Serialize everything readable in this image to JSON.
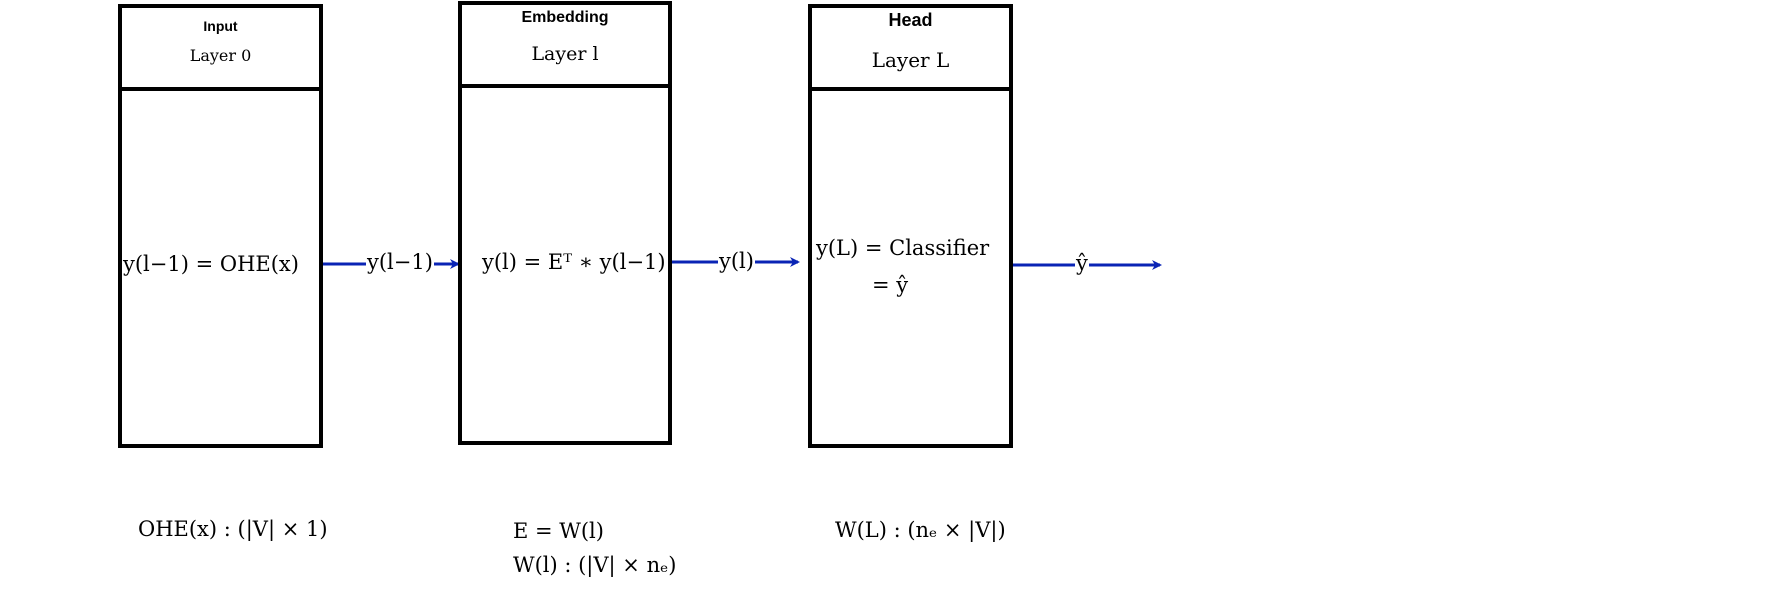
{
  "colors": {
    "box_border": "#000000",
    "arrow": "#0A24B5",
    "background": "#ffffff"
  },
  "blocks": [
    {
      "title": "Input",
      "layer": "Layer 0"
    },
    {
      "title": "Embedding",
      "layer": "Layer l"
    },
    {
      "title": "Head",
      "layer": "Layer L"
    }
  ],
  "equations": {
    "input": "y(l−1) = OHE(x)",
    "embedding": "y(l) = Eᵀ ∗ y(l−1)",
    "head_line1": "y(L) = Classifier",
    "head_line2": "= ŷ"
  },
  "arrow_labels": [
    "y(l−1)",
    "y(l)",
    "ŷ"
  ],
  "footnotes": {
    "input": "OHE(x) : (|V| × 1)",
    "embedding_line1": "E = W(l)",
    "embedding_line2": "W(l) : (|V| × nₑ)",
    "head": "W(L) : (nₑ × |V|)"
  }
}
